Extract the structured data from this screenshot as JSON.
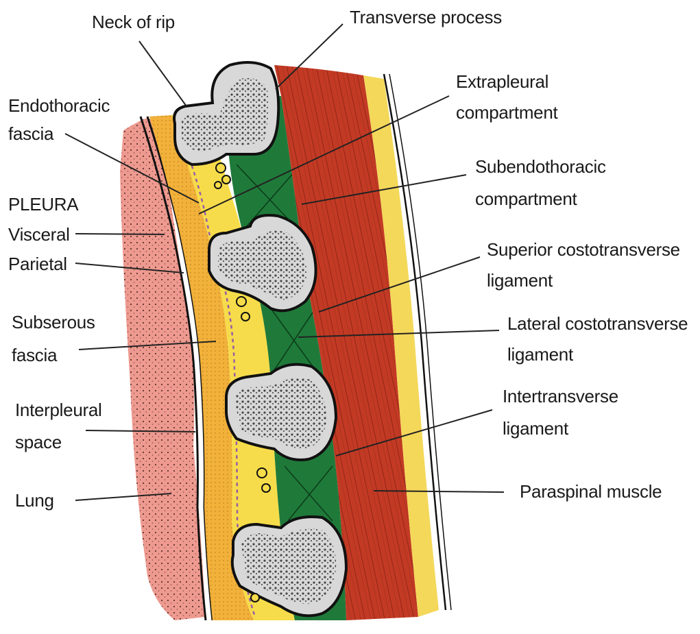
{
  "diagram": {
    "labels": {
      "neck_of_rib": "Neck of rip",
      "transverse_process": "Transverse process",
      "endothoracic_fascia_1": "Endothoracic",
      "endothoracic_fascia_2": "fascia",
      "extrapleural_1": "Extrapleural",
      "extrapleural_2": "compartment",
      "subendothoracic_1": "Subendothoracic",
      "subendothoracic_2": "compartment",
      "pleura": "PLEURA",
      "visceral": "Visceral",
      "parietal": "Parietal",
      "superior_costo_1": "Superior costotransverse",
      "superior_costo_2": "ligament",
      "subserous_1": "Subserous",
      "subserous_2": "fascia",
      "lateral_costo_1": "Lateral costotransverse",
      "lateral_costo_2": "ligament",
      "interpleural_1": "Interpleural",
      "interpleural_2": "space",
      "intertransverse_1": "Intertransverse",
      "intertransverse_2": "ligament",
      "lung": "Lung",
      "paraspinal": "Paraspinal muscle"
    },
    "colors": {
      "lung": "#ee9a90",
      "subserous_fat": "#f2b13a",
      "endothoracic_yellow": "#f6dc4a",
      "ligament_green": "#1f7a3a",
      "muscle_red": "#c33a24",
      "outer_fat": "#f4d85a",
      "bone": "#d8d8d8",
      "pleura_dash": "#9a5aa8"
    }
  }
}
